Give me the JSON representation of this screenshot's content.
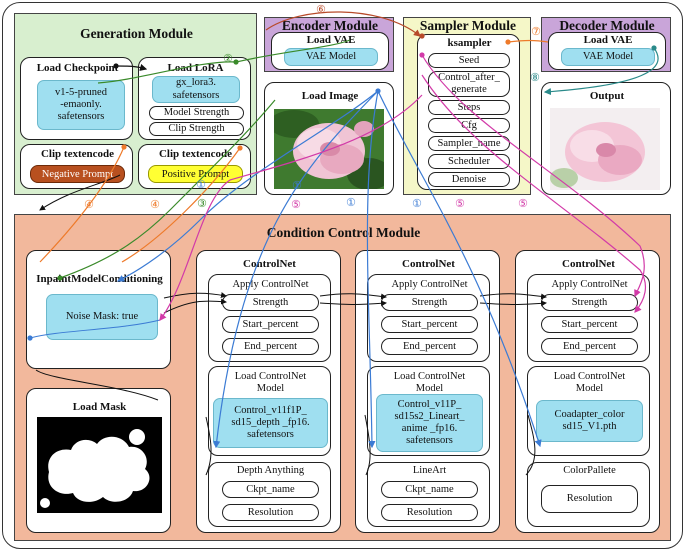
{
  "modules": {
    "generation": "Generation Module",
    "encoder": "Encoder Module",
    "sampler": "Sampler Module",
    "decoder": "Decoder Module",
    "condition": "Condition Control Module"
  },
  "load_checkpoint": {
    "title": "Load Checkpoint",
    "model": "v1-5-pruned\n-emaonly.\nsafetensors"
  },
  "load_lora": {
    "title": "Load LoRA",
    "model": "gx_lora3.\nsafetensors",
    "model_strength": "Model Strength",
    "clip_strength": "Clip Strength"
  },
  "clip_neg": {
    "title": "Clip textencode",
    "prompt": "Negative Prompt"
  },
  "clip_pos": {
    "title": "Clip textencode",
    "prompt": "Positive Prompt"
  },
  "encoder_vae": {
    "title": "Load VAE",
    "model": "VAE Model"
  },
  "load_image": {
    "title": "Load Image"
  },
  "ksampler": {
    "title": "ksampler",
    "params": [
      "Seed",
      "Control_after_\ngenerate",
      "Steps",
      "Cfg",
      "Sampler_name",
      "Scheduler",
      "Denoise"
    ]
  },
  "decoder_vae": {
    "title": "Load VAE",
    "model": "VAE Model"
  },
  "output": {
    "title": "Output"
  },
  "inpaint": {
    "title": "InpaintModelConditioning",
    "mask": "Noise Mask: true"
  },
  "load_mask": {
    "title": "Load Mask"
  },
  "controlnets": [
    {
      "title": "ControlNet",
      "apply": "Apply ControlNet",
      "strength": "Strength",
      "start": "Start_percent",
      "end": "End_percent",
      "load_title": "Load ControlNet\nModel",
      "model": "Control_v11f1P_\nsd15_depth _fp16.\nsafetensors",
      "pre_title": "Depth Anything",
      "pre_params": [
        "Ckpt_name",
        "Resolution"
      ]
    },
    {
      "title": "ControlNet",
      "apply": "Apply ControlNet",
      "strength": "Strength",
      "start": "Start_percent",
      "end": "End_percent",
      "load_title": "Load ControlNet\nModel",
      "model": "Control_v11P_\nsd15s2_Lineart_\nanime _fp16.\nsafetensors",
      "pre_title": "LineArt",
      "pre_params": [
        "Ckpt_name",
        "Resolution"
      ]
    },
    {
      "title": "ControlNet",
      "apply": "Apply ControlNet",
      "strength": "Strength",
      "start": "Start_percent",
      "end": "End_percent",
      "load_title": "Load ControlNet\nModel",
      "model": "Coadapter_color\nsd15_V1.pth",
      "pre_title": "ColorPallete",
      "pre_params": [
        "Resolution"
      ]
    }
  ],
  "badges": [
    "①",
    "②",
    "③",
    "④",
    "⑤",
    "⑥",
    "⑦",
    "⑧"
  ],
  "colors": {
    "blue": "#3b7bd4",
    "green": "#3a8a2a",
    "orange": "#ee7a2a",
    "magenta": "#d23aa8",
    "red": "#b84a2a",
    "teal": "#2a8a8a",
    "black": "#111111"
  }
}
